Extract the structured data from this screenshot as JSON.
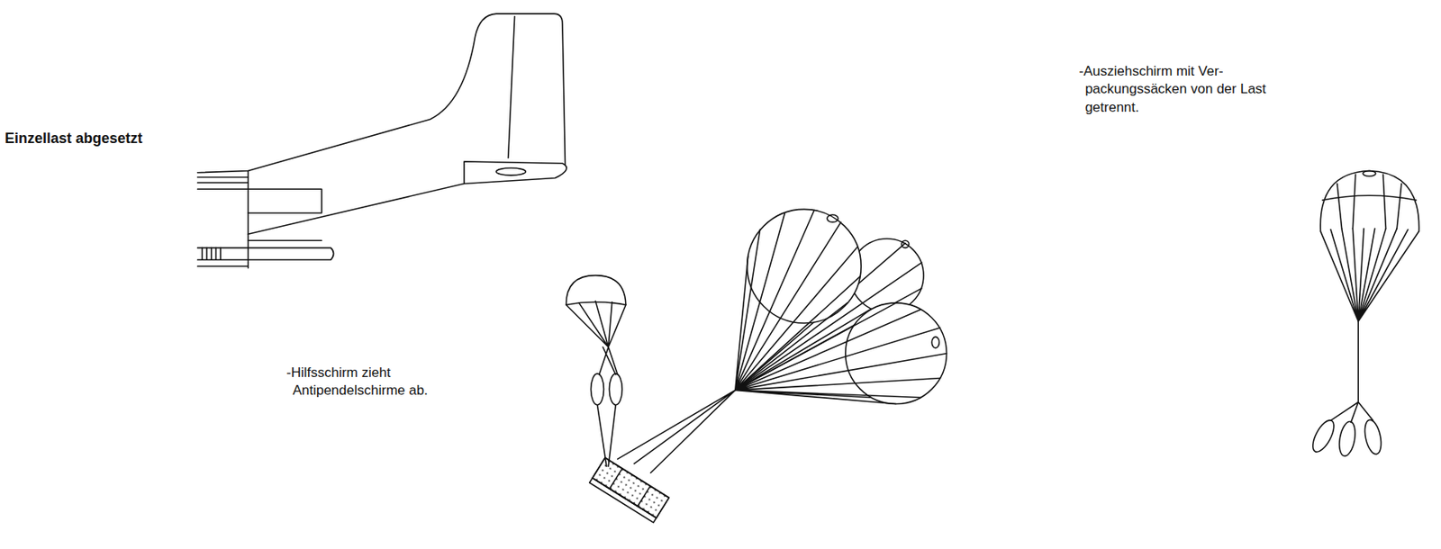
{
  "diagram": {
    "labels": [
      "Einzellast abgesetzt",
      "-Hilfsschirm zieht Antipendelschirme ab.",
      "-Ausziehschirm mit Ver- packungssäcken von der Last getrennt."
    ]
  }
}
